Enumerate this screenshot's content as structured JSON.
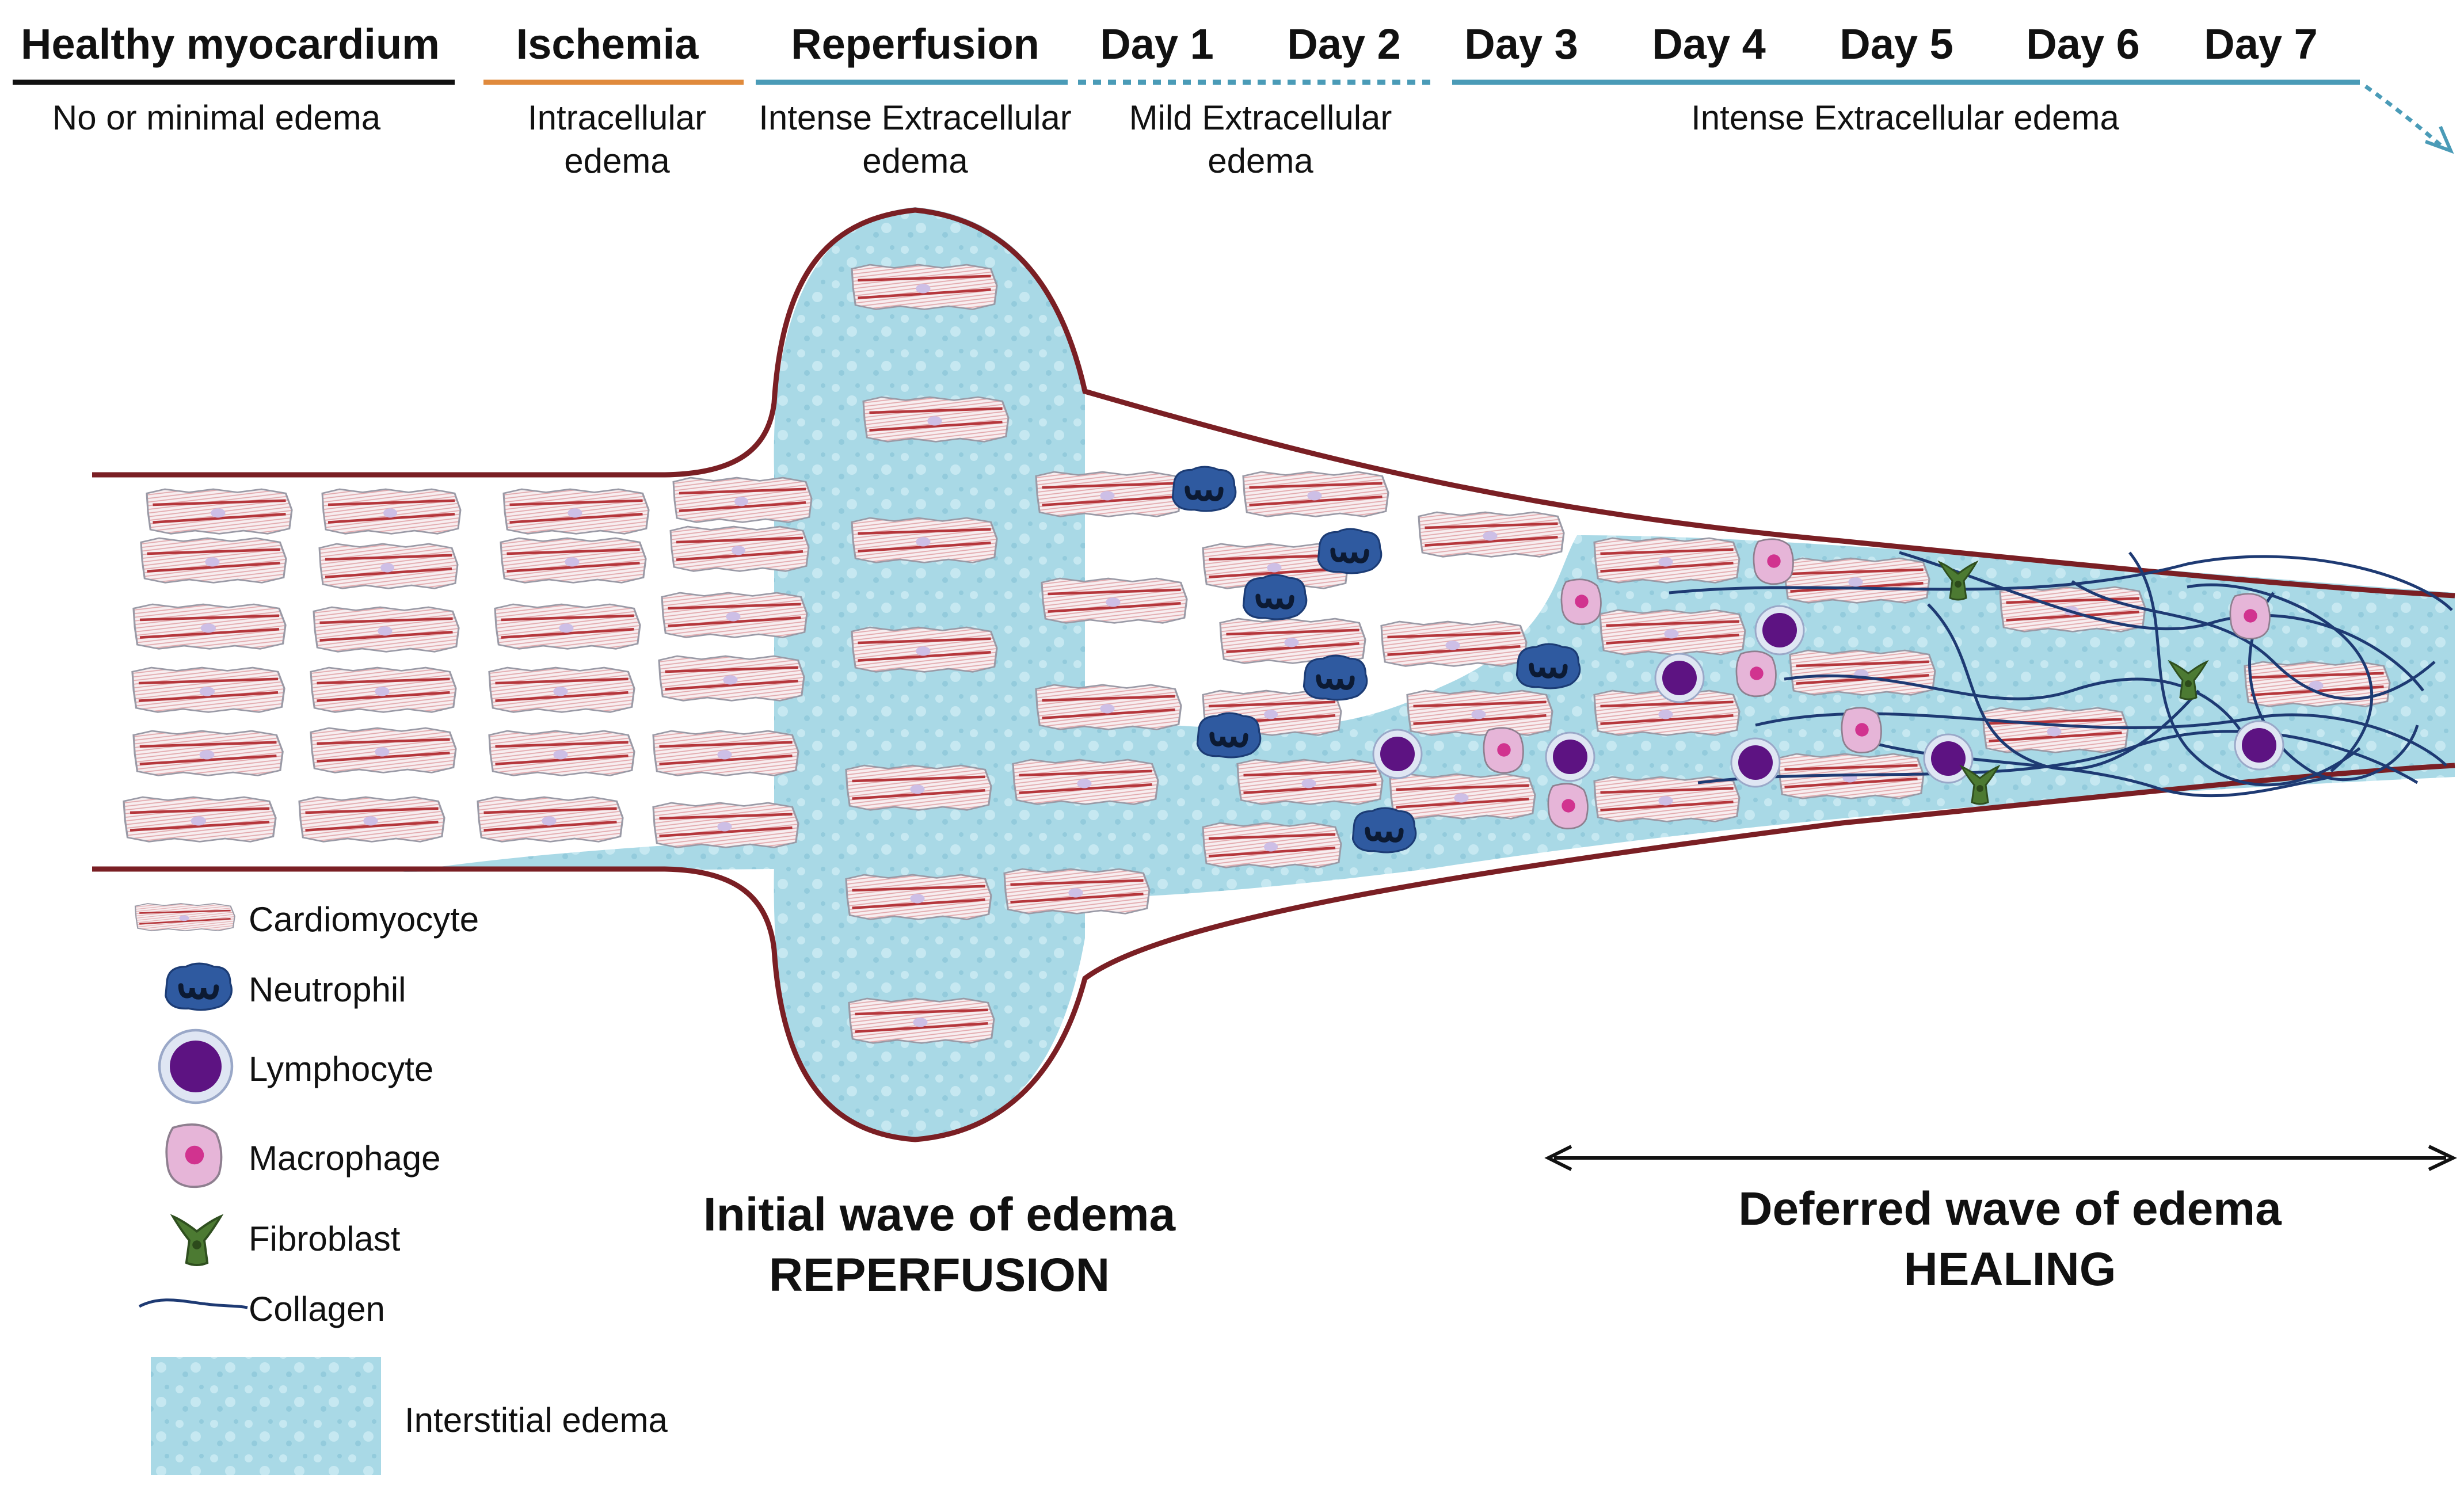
{
  "header": {
    "stages": [
      {
        "label": "Healthy myocardium",
        "color": "#111111"
      },
      {
        "label": "Ischemia",
        "color": "#e08a3c"
      },
      {
        "label": "Reperfusion",
        "color": "#4a9bb7"
      },
      {
        "label": "Day 1",
        "color": "#4a9bb7"
      },
      {
        "label": "Day 2",
        "color": "#4a9bb7"
      },
      {
        "label": "Day 3",
        "color": "#4a9bb7"
      },
      {
        "label": "Day 4",
        "color": "#4a9bb7"
      },
      {
        "label": "Day 5",
        "color": "#4a9bb7"
      },
      {
        "label": "Day 6",
        "color": "#4a9bb7"
      },
      {
        "label": "Day 7",
        "color": "#4a9bb7"
      }
    ],
    "descriptions": {
      "healthy": "No or minimal edema",
      "ischemia_1": "Intracellular",
      "ischemia_2": "edema",
      "reperfusion_1": "Intense Extracellular",
      "reperfusion_2": "edema",
      "days12_1": "Mild Extracellular",
      "days12_2": "edema",
      "days37": "Intense Extracellular edema"
    }
  },
  "legend": {
    "items": [
      {
        "label": "Cardiomyocyte",
        "icon": "cardiomyocyte-icon"
      },
      {
        "label": "Neutrophil",
        "icon": "neutrophil-icon"
      },
      {
        "label": "Lymphocyte",
        "icon": "lymphocyte-icon"
      },
      {
        "label": "Macrophage",
        "icon": "macrophage-icon"
      },
      {
        "label": "Fibroblast",
        "icon": "fibroblast-icon"
      },
      {
        "label": "Collagen",
        "icon": "collagen-icon"
      },
      {
        "label": "Interstitial edema",
        "icon": "interstitial-edema-icon"
      }
    ]
  },
  "captions": {
    "initial_line1": "Initial wave of edema",
    "initial_line2": "REPERFUSION",
    "deferred_line1": "Deferred wave of edema",
    "deferred_line2": "HEALING"
  },
  "colors": {
    "tissue_outline": "#7a1f24",
    "edema": "#a9d9e6",
    "neutrophil": "#2f5aa0",
    "lymphocyte": "#5d1382",
    "macrophage": "#e6b5d8",
    "macrophage_nucleus": "#d1338f",
    "fibroblast": "#4c7a32",
    "collagen": "#1e3a73",
    "cardiomyocyte_fill": "#f7eef0",
    "cardiomyocyte_stripe": "#c0504d"
  }
}
